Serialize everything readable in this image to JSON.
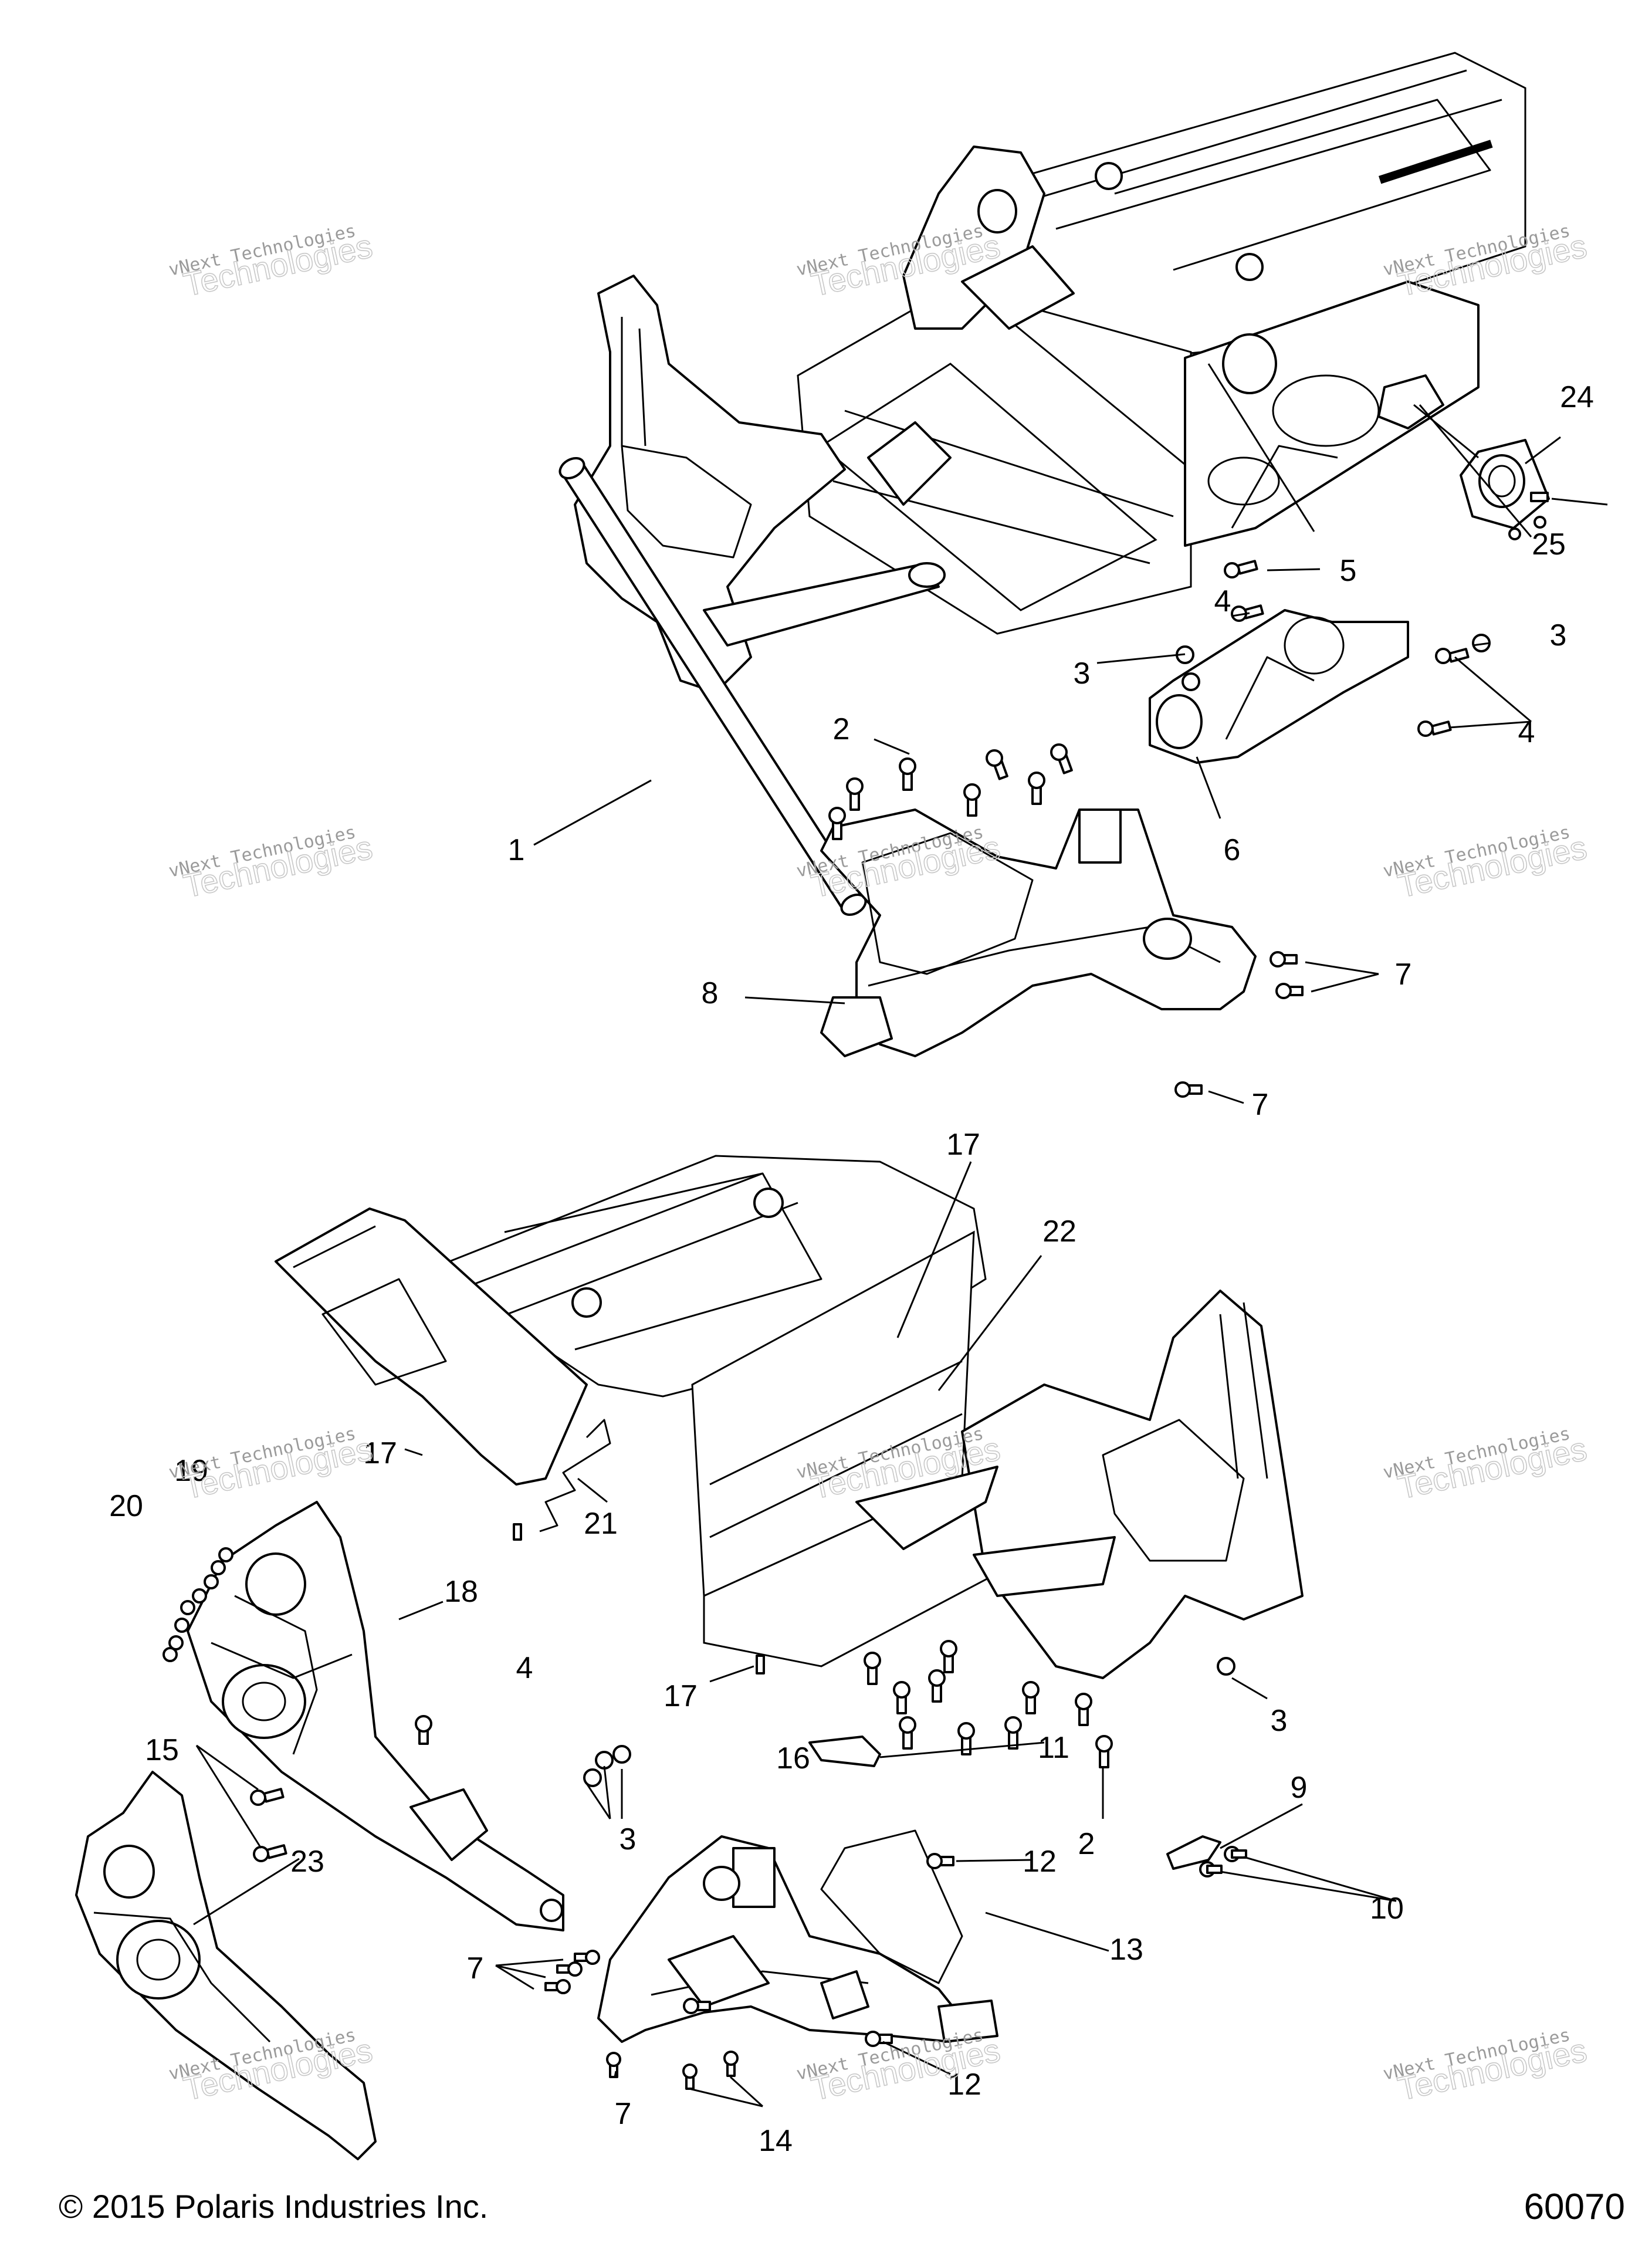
{
  "watermark": {
    "line1": "vNext Technologies",
    "line2": "Technologies"
  },
  "footer": {
    "copyright": "© 2015 Polaris Industries Inc.",
    "figure_id": "60070"
  },
  "callouts": [
    "24",
    "25",
    "5",
    "4",
    "3",
    "3",
    "4",
    "2",
    "1",
    "6",
    "7",
    "8",
    "7",
    "17",
    "22",
    "17",
    "21",
    "19",
    "20",
    "18",
    "4",
    "17",
    "16",
    "3",
    "11",
    "2",
    "15",
    "3",
    "9",
    "12",
    "10",
    "23",
    "7",
    "13",
    "7",
    "14",
    "12"
  ]
}
